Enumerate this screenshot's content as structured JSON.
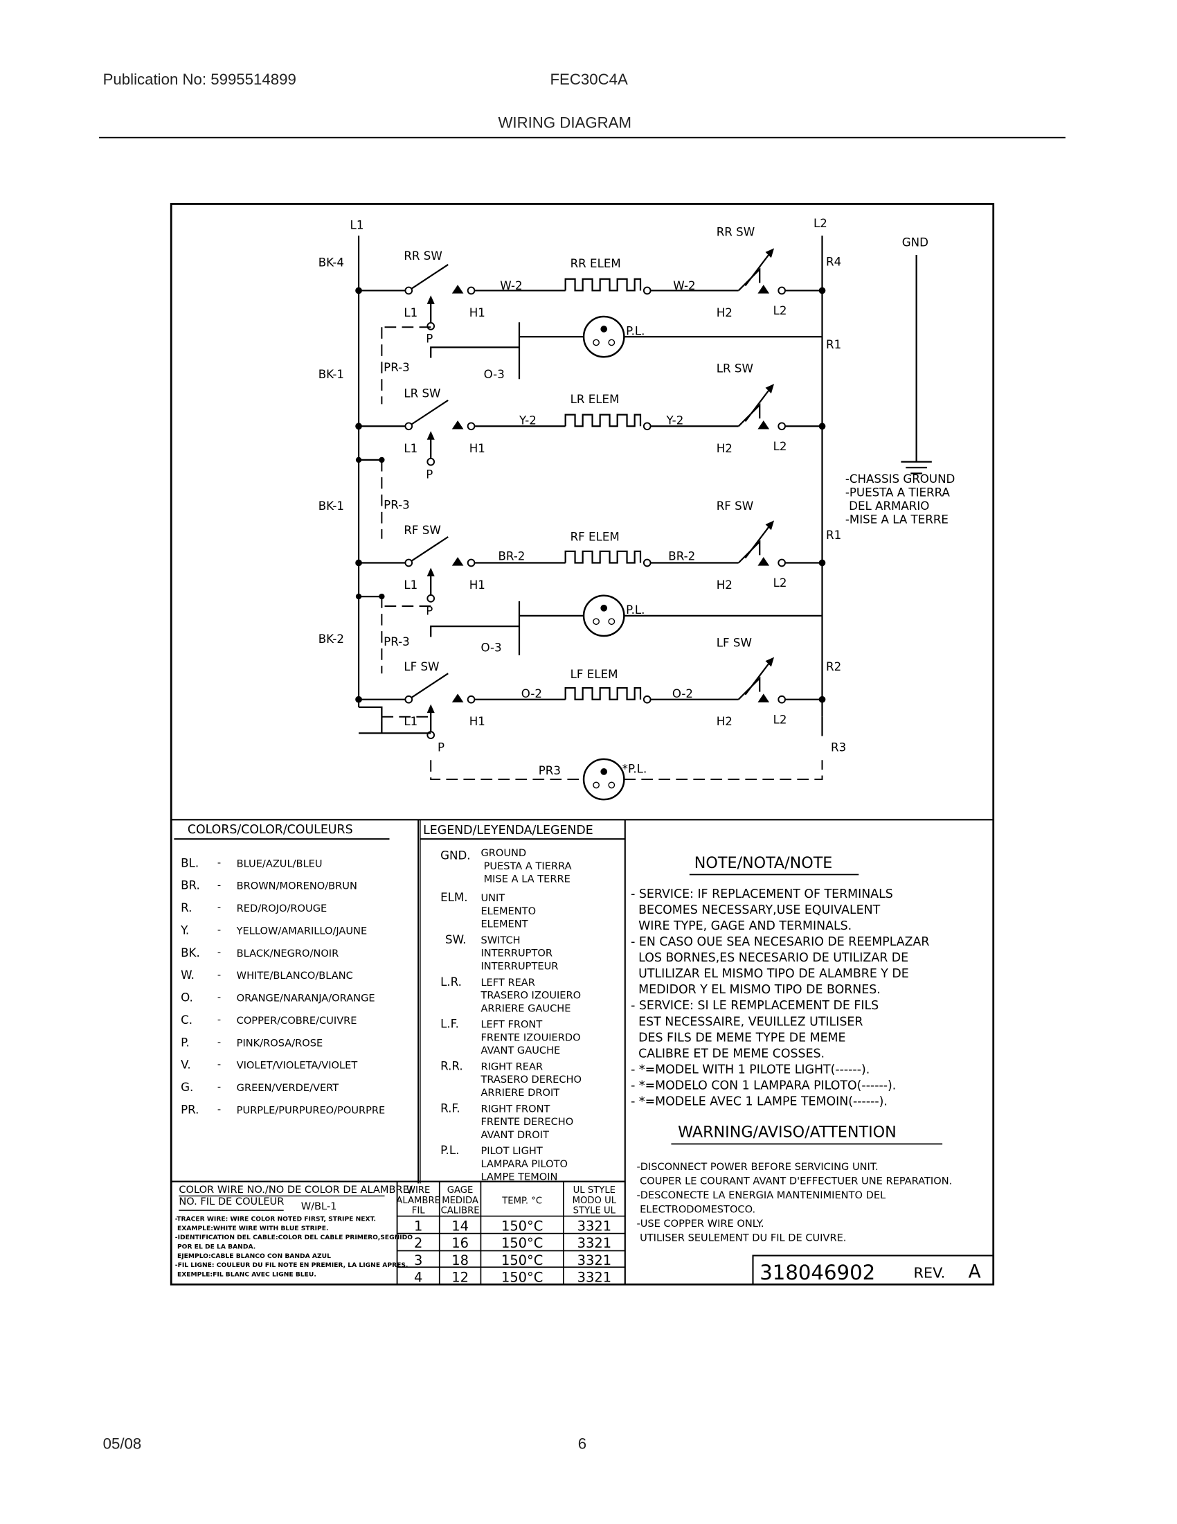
{
  "header": {
    "publication": "Publication No: 5995514899",
    "model": "FEC30C4A",
    "title": "WIRING DIAGRAM"
  },
  "footer": {
    "date": "05/08",
    "page": "6"
  },
  "diagram": {
    "L1": "L1",
    "L2": "L2",
    "GND": "GND",
    "BK4": "BK-4",
    "BK1": "BK-1",
    "BK2": "BK-2",
    "RR_SW": "RR SW",
    "LR_SW": "LR SW",
    "RF_SW": "RF SW",
    "LF_SW": "LF SW",
    "RR_ELEM": "RR ELEM",
    "LR_ELEM": "LR ELEM",
    "RF_ELEM": "RF ELEM",
    "LF_ELEM": "LF ELEM",
    "R4": "R4",
    "R1": "R1",
    "R2": "R2",
    "R3": "R3",
    "W2": "W-2",
    "Y2": "Y-2",
    "BR2": "BR-2",
    "O2": "O-2",
    "O3": "O-3",
    "PR3d": "PR-3",
    "PR3": "PR3",
    "term_L1": "L1",
    "term_H1": "H1",
    "term_H2": "H2",
    "term_L2": "L2",
    "term_P": "P",
    "PL": "P.L.",
    "PL_opt": "*P.L.",
    "chassis": [
      "-CHASSIS GROUND",
      "-PUESTA A TIERRA",
      " DEL ARMARIO",
      "-MISE A LA TERRE"
    ]
  },
  "colors": {
    "title": "COLORS/COLOR/COULEURS",
    "items": [
      {
        "code": "BL.",
        "name": "BLUE/AZUL/BLEU"
      },
      {
        "code": "BR.",
        "name": "BROWN/MORENO/BRUN"
      },
      {
        "code": "R.",
        "name": "RED/ROJO/ROUGE"
      },
      {
        "code": "Y.",
        "name": "YELLOW/AMARILLO/JAUNE"
      },
      {
        "code": "BK.",
        "name": "BLACK/NEGRO/NOIR"
      },
      {
        "code": "W.",
        "name": "WHITE/BLANCO/BLANC"
      },
      {
        "code": "O.",
        "name": "ORANGE/NARANJA/ORANGE"
      },
      {
        "code": "C.",
        "name": "COPPER/COBRE/CUIVRE"
      },
      {
        "code": "P.",
        "name": "PINK/ROSA/ROSE"
      },
      {
        "code": "V.",
        "name": "VIOLET/VIOLETA/VIOLET"
      },
      {
        "code": "G.",
        "name": "GREEN/VERDE/VERT"
      },
      {
        "code": "PR.",
        "name": "PURPLE/PURPUREO/POURPRE"
      }
    ]
  },
  "legend": {
    "title": "LEGEND/LEYENDA/LEGENDE",
    "items": [
      {
        "code": "GND.",
        "lines": [
          "GROUND",
          "PUESTA A TIERRA",
          "MISE A LA TERRE"
        ]
      },
      {
        "code": "ELM.",
        "lines": [
          "UNIT",
          "ELEMENTO",
          "ELEMENT"
        ]
      },
      {
        "code": "SW.",
        "lines": [
          "SWITCH",
          "INTERRUPTOR",
          "INTERRUPTEUR"
        ]
      },
      {
        "code": "L.R.",
        "lines": [
          "LEFT REAR",
          "TRASERO IZOUIERO",
          "ARRIERE GAUCHE"
        ]
      },
      {
        "code": "L.F.",
        "lines": [
          "LEFT FRONT",
          "FRENTE IZOUIERDO",
          "AVANT GAUCHE"
        ]
      },
      {
        "code": "R.R.",
        "lines": [
          "RIGHT REAR",
          "TRASERO DERECHO",
          "ARRIERE DROIT"
        ]
      },
      {
        "code": "R.F.",
        "lines": [
          "RIGHT FRONT",
          "FRENTE DERECHO",
          "AVANT DROIT"
        ]
      },
      {
        "code": "P.L.",
        "lines": [
          "PILOT LIGHT",
          "LAMPARA PILOTO",
          "LAMPE TEMOIN"
        ]
      }
    ]
  },
  "notes": {
    "title": "NOTE/NOTA/NOTE",
    "lines": [
      "- SERVICE: IF REPLACEMENT OF TERMINALS",
      "  BECOMES NECESSARY,USE EQUIVALENT",
      "  WIRE TYPE, GAGE AND TERMINALS.",
      "- EN CASO OUE SEA NECESARIO DE REEMPLAZAR",
      "  LOS BORNES,ES NECESARIO DE UTILIZAR DE",
      "  UTLILIZAR EL MISMO TIPO DE ALAMBRE Y DE",
      "  MEDIDOR Y EL MISMO TIPO DE BORNES.",
      "- SERVICE: SI LE REMPLACEMENT DE FILS",
      "  EST NECESSAIRE, VEUILLEZ UTILISER",
      "  DES FILS DE MEME TYPE DE MEME",
      "  CALIBRE ET DE MEME COSSES.",
      "- *=MODEL WITH 1 PILOTE LIGHT(------).",
      "- *=MODELO CON 1 LAMPARA PILOTO(------).",
      "- *=MODELE AVEC 1 LAMPE TEMOIN(------)."
    ]
  },
  "warning": {
    "title": "WARNING/AVISO/ATTENTION",
    "lines": [
      "-DISCONNECT POWER BEFORE SERVICING UNIT.",
      " COUPER LE COURANT AVANT D'EFFECTUER UNE REPARATION.",
      "-DESCONECTE LA ENERGIA MANTENIMIENTO DEL",
      " ELECTRODOMESTOCO.",
      "-USE COPPER WIRE ONLY.",
      " UTILISER SEULEMENT DU FIL DE CUIVRE."
    ]
  },
  "wire_code": {
    "title1": "COLOR WIRE NO./NO DE COLOR DE ALAMBRE/",
    "title2": "NO. FIL DE COULEUR",
    "example": "W/BL-1",
    "lines": [
      "-TRACER WIRE: WIRE COLOR NOTED FIRST, STRIPE NEXT.",
      " EXAMPLE:WHITE WIRE WITH BLUE STRIPE.",
      "-IDENTIFICATION DEL CABLE:COLOR DEL CABLE PRIMERO,SEGNIDO",
      " POR EL DE LA BANDA.",
      " EJEMPLO:CABLE BLANCO CON BANDA AZUL",
      "-FIL LIGNE: COULEUR DU FIL NOTE EN PREMIER, LA LIGNE APRES.",
      " EXEMPLE:FIL BLANC AVEC LIGNE BLEU."
    ]
  },
  "wire_table": {
    "headers": [
      [
        "WIRE",
        "ALAMBRE",
        "FIL"
      ],
      [
        "GAGE",
        "MEDIDA",
        "CALIBRE"
      ],
      [
        "TEMP. °C"
      ],
      [
        "UL STYLE",
        "MODO UL",
        "STYLE UL"
      ]
    ],
    "rows": [
      [
        "1",
        "14",
        "150°C",
        "3321"
      ],
      [
        "2",
        "16",
        "150°C",
        "3321"
      ],
      [
        "3",
        "18",
        "150°C",
        "3321"
      ],
      [
        "4",
        "12",
        "150°C",
        "3321"
      ]
    ]
  },
  "part": {
    "number": "318046902",
    "rev_label": "REV.",
    "rev": "A"
  }
}
